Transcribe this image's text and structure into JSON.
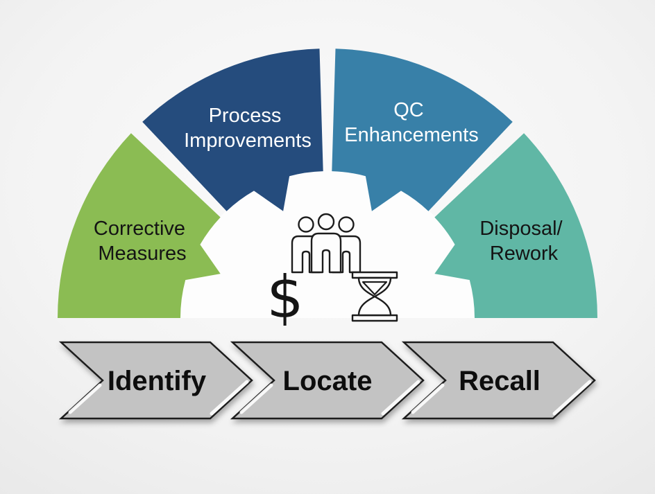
{
  "colors": {
    "bg_center": "#fbfbfb",
    "bg_edge": "#e9e9e9",
    "center_circle": "#fdfdfd",
    "arrow_fill": "#c3c3c3",
    "arrow_outline": "#1f1f1f",
    "arrow_text": "#0d0d0d",
    "icon_stroke": "#1c1c1c"
  },
  "wheel": {
    "segments": [
      {
        "name": "corrective-measures",
        "lines": [
          "Corrective",
          "Measures"
        ],
        "color": "#8bbc53",
        "text_color": "#141414"
      },
      {
        "name": "process-improvements",
        "lines": [
          "Process",
          "Improvements"
        ],
        "color": "#254c7d",
        "text_color": "#ffffff"
      },
      {
        "name": "qc-enhancements",
        "lines": [
          "QC",
          "Enhancements"
        ],
        "color": "#3880a8",
        "text_color": "#ffffff"
      },
      {
        "name": "disposal-rework",
        "lines": [
          "Disposal/",
          "Rework"
        ],
        "color": "#60b7a5",
        "text_color": "#141414"
      }
    ]
  },
  "center_icons": {
    "people": "three-people-icon",
    "dollar_glyph": "$",
    "hourglass": "hourglass-icon"
  },
  "process_arrows": [
    {
      "label": "Identify"
    },
    {
      "label": "Locate"
    },
    {
      "label": "Recall"
    }
  ]
}
